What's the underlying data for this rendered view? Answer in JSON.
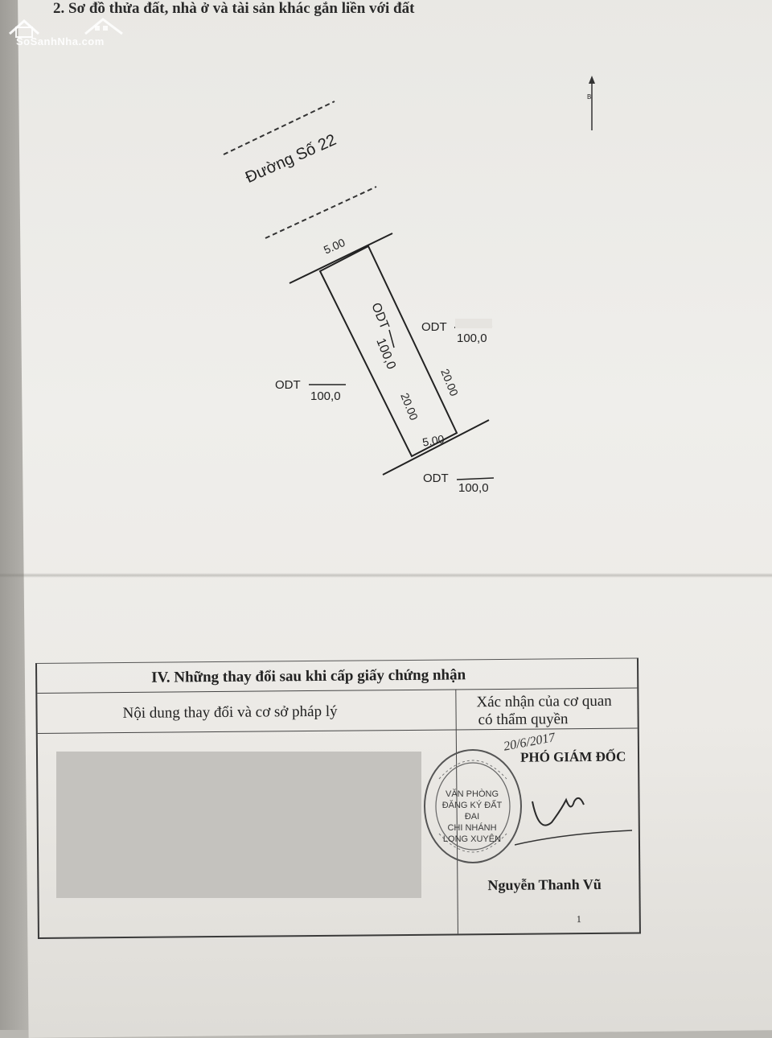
{
  "section": {
    "title": "2. Sơ đồ thửa đất, nhà ở và tài sản khác gắn liền với đất"
  },
  "watermark": {
    "text": "SoSanhNha.com"
  },
  "plan": {
    "road_name": "Đường Số 22",
    "parcel_type": "ODT",
    "parcel_area": "100,0",
    "front_width": "5.00",
    "back_width": "5.00",
    "left_length": "20.00",
    "right_length": "20.00",
    "neighbors": [
      {
        "type": "ODT",
        "area": "100,0"
      },
      {
        "type": "ODT",
        "area": "100,0"
      },
      {
        "type": "ODT",
        "area": "100,0"
      }
    ],
    "north_label": "B"
  },
  "changes_table": {
    "title": "IV. Những thay đổi sau khi cấp giấy chứng nhận",
    "col_left_header": "Nội dung thay đổi và cơ sở pháp lý",
    "col_right_header_line1": "Xác nhận của cơ quan",
    "col_right_header_line2": "có thẩm quyền",
    "date": "20/6/2017",
    "position": "PHÓ GIÁM ĐỐC",
    "stamp_lines": [
      "VĂN PHÒNG",
      "ĐĂNG KÝ ĐẤT ĐAI",
      "CHI NHÁNH",
      "LONG XUYÊN"
    ],
    "signer": "Nguyễn Thanh Vũ",
    "page_number": "1"
  }
}
